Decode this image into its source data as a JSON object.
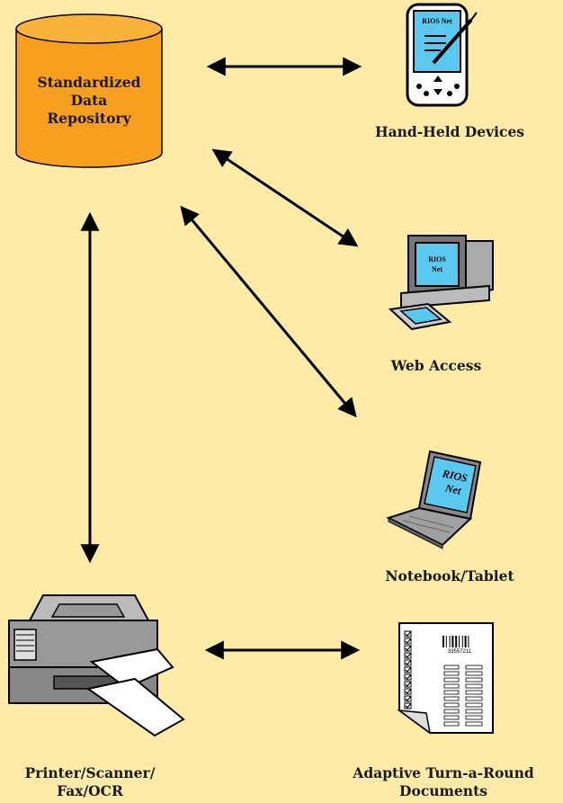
{
  "repository": {
    "lines": [
      "Standardized",
      "Data",
      "Repository"
    ]
  },
  "devices": {
    "handheld": {
      "label": "Hand-Held Devices",
      "screen_text": "RIOS Net"
    },
    "web": {
      "label": "Web Access",
      "screen_text_1": "RIOS",
      "screen_text_2": "Net"
    },
    "notebook": {
      "label": "Notebook/Tablet",
      "screen_text_1": "RIOS",
      "screen_text_2": "Net"
    },
    "printer": {
      "label_1": "Printer/Scanner/",
      "label_2": "Fax/OCR"
    },
    "turnaround": {
      "label_1": "Adaptive Turn-a-Round",
      "label_2": "Documents",
      "barcode_number": "33557211"
    }
  },
  "colors": {
    "background": "#fdeba7",
    "repository_fill": "#f7a020",
    "screen_fill": "#5bc8f0"
  }
}
